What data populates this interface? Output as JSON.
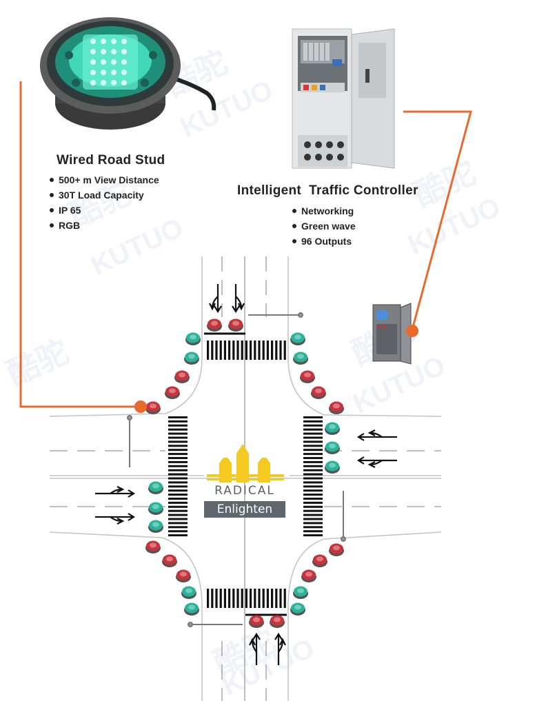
{
  "road_stud": {
    "title": "Wired Road Stud",
    "specs": [
      "500+ m View Distance",
      "30T Load Capacity",
      "IP 65",
      "RGB"
    ]
  },
  "controller": {
    "title": "Intelligent  Traffic Controller",
    "features": [
      "Networking",
      "Green wave",
      "96 Outputs"
    ]
  },
  "logo": {
    "line1": "RADICAL",
    "line2": "Enlighten"
  },
  "watermark": {
    "text": "KUTUO",
    "chinese": "酷驼"
  },
  "colors": {
    "accent_orange": "#e8692a",
    "stud_green": "#28b39a",
    "stud_red": "#c8323a",
    "road_line": "#c8c8c8",
    "logo_yellow": "#f3c81f",
    "logo_gray": "#5f666e"
  }
}
